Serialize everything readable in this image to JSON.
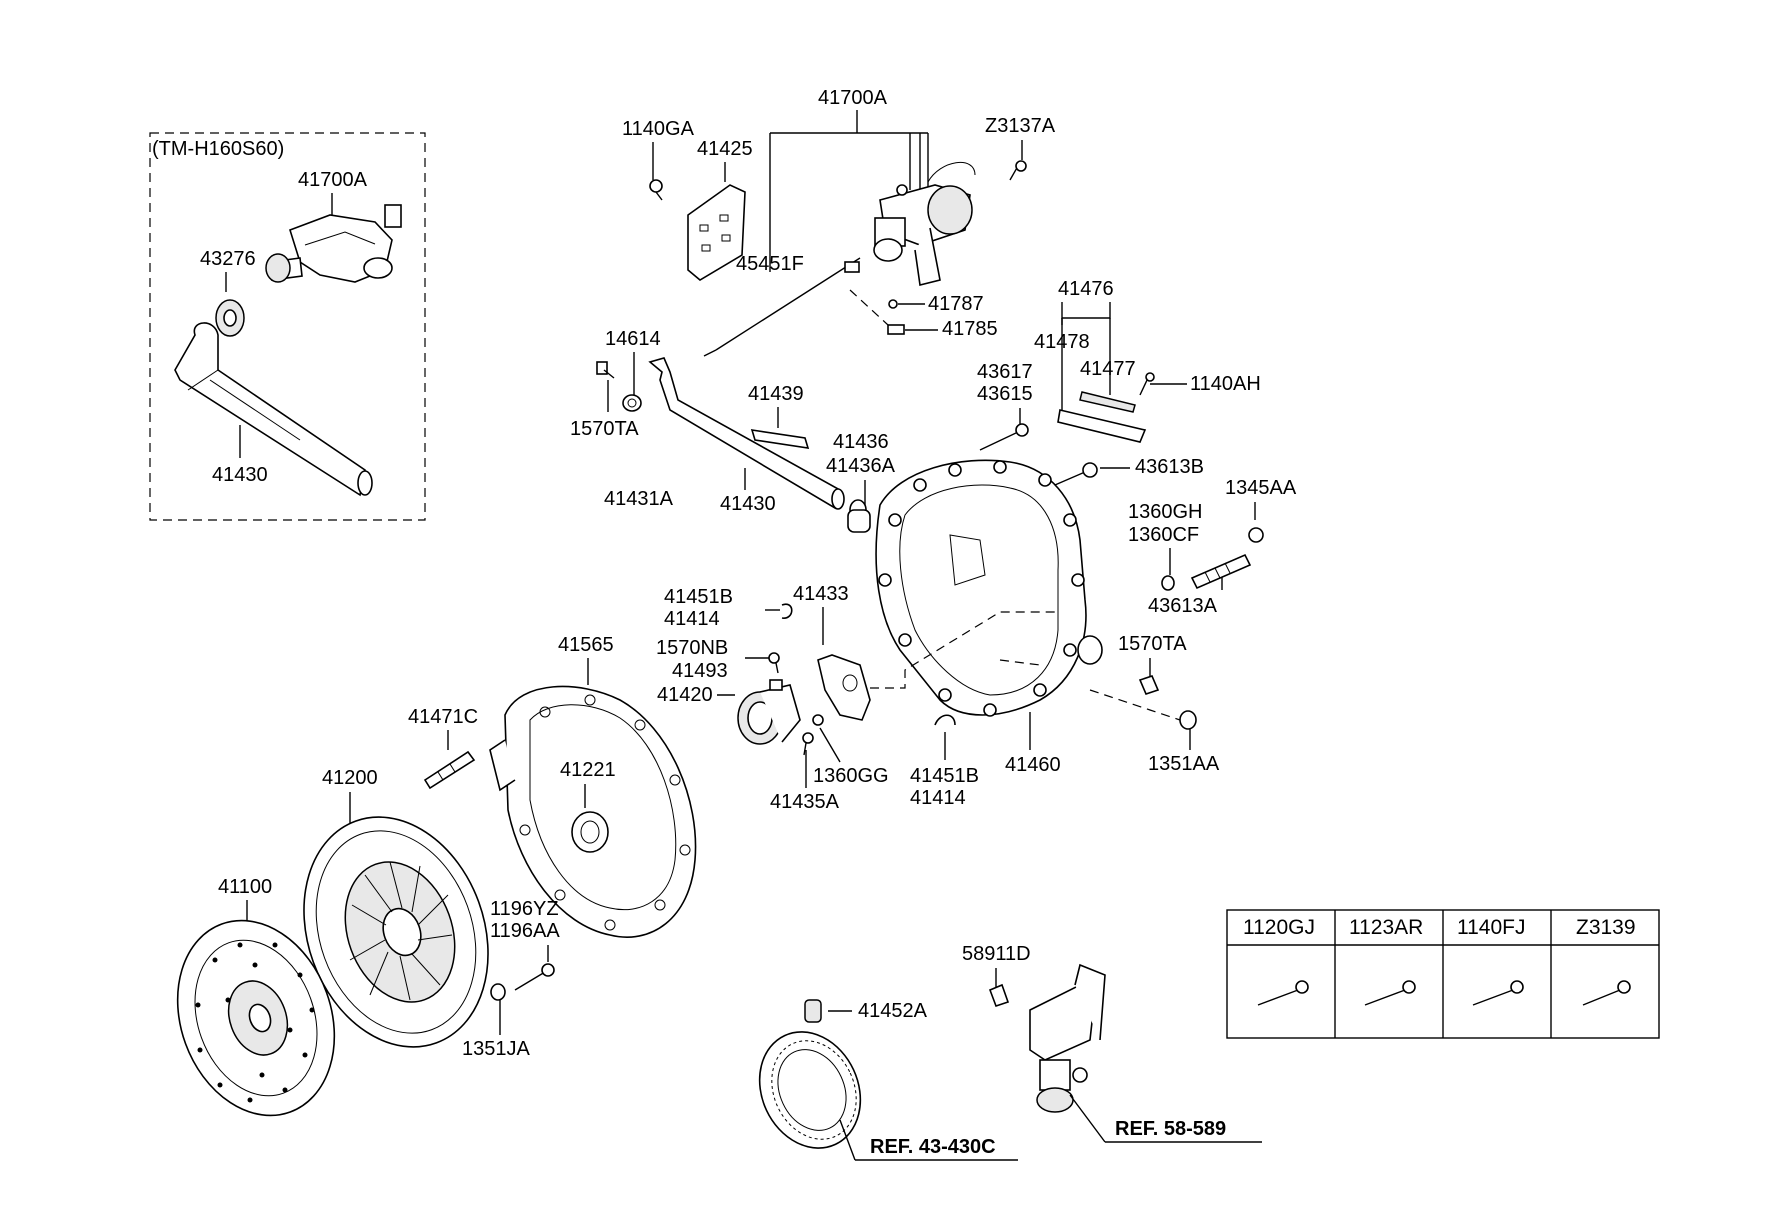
{
  "labels": {
    "a41700A": "41700A",
    "a1140GA": "1140GA",
    "a41425": "41425",
    "aZ3137A": "Z3137A",
    "a45451F": "45451F",
    "a41787": "41787",
    "a41785": "41785",
    "a41476": "41476",
    "a41478": "41478",
    "a41477": "41477",
    "a1140AH": "1140AH",
    "a14614": "14614",
    "a1570TA": "1570TA",
    "a41439": "41439",
    "a43617": "43617",
    "a43615": "43615",
    "a41436": "41436",
    "a41436A": "41436A",
    "a43613B": "43613B",
    "a41431A": "41431A",
    "a41430": "41430",
    "a1345AA": "1345AA",
    "a1360GH": "1360GH",
    "a1360CF": "1360CF",
    "a43613A": "43613A",
    "a41451B": "41451B",
    "a41414": "41414",
    "a41433": "41433",
    "a1570NB": "1570NB",
    "a41493": "41493",
    "a41565": "41565",
    "a1570TA2": "1570TA",
    "a41420": "41420",
    "a41471C": "41471C",
    "a1360GG": "1360GG",
    "a41451B2": "41451B",
    "a41414b": "41414",
    "a41460": "41460",
    "a1351AA": "1351AA",
    "a41435A": "41435A",
    "a41200": "41200",
    "a41221": "41221",
    "a41100": "41100",
    "a1196YZ": "1196YZ",
    "a1196AA": "1196AA",
    "a1351JA": "1351JA",
    "a58911D": "58911D",
    "a41452A": "41452A"
  },
  "inset": {
    "title": "(TM-H160S60)",
    "a41700A": "41700A",
    "a43276": "43276",
    "a41430": "41430"
  },
  "refs": {
    "ref1": "REF. 43-430C",
    "ref2": "REF. 58-589"
  },
  "bolt_table": {
    "headers": [
      "1120GJ",
      "1123AR",
      "1140FJ",
      "Z3139"
    ]
  }
}
